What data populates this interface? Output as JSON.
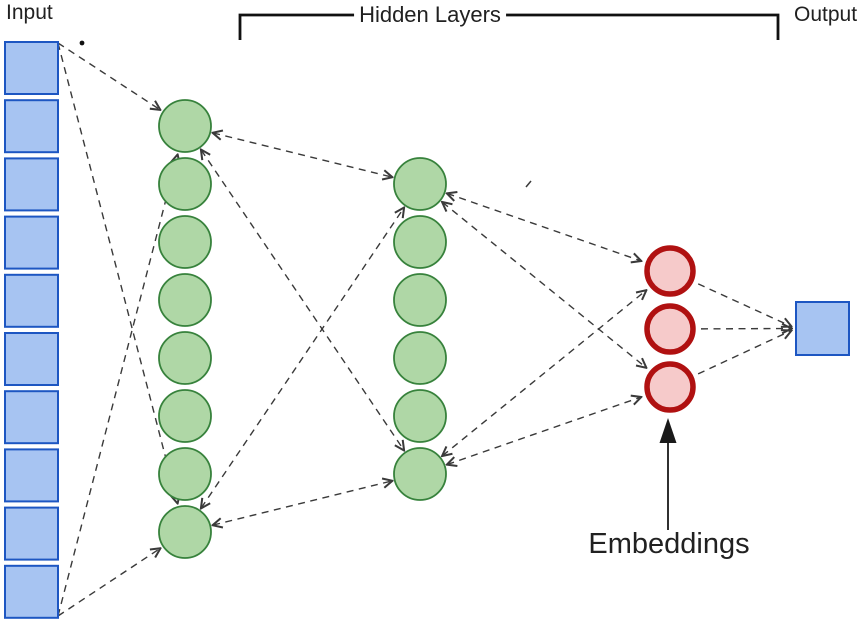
{
  "labels": {
    "input": "Input",
    "hidden_layers": "Hidden Layers",
    "output": "Output",
    "embeddings": "Embeddings"
  },
  "colors": {
    "background": "#ffffff",
    "input_fill": "#a7c4f2",
    "input_stroke": "#1d56c2",
    "hidden_fill": "#afd7a6",
    "hidden_stroke": "#37823c",
    "embedding_fill": "#f6caca",
    "embedding_stroke": "#b01111",
    "connector": "#3a3a3a",
    "bracket": "#111111",
    "arrow": "#1a1a1a",
    "text": "#212121"
  },
  "diagram": {
    "type": "neural-network",
    "layers": [
      {
        "id": "input",
        "shape": "square",
        "count": 10
      },
      {
        "id": "hidden1",
        "shape": "circle",
        "count": 8
      },
      {
        "id": "hidden2",
        "shape": "circle",
        "count": 6
      },
      {
        "id": "embeddings",
        "shape": "circle",
        "count": 3
      },
      {
        "id": "output",
        "shape": "square",
        "count": 1
      }
    ],
    "connection_style": "dashed"
  }
}
